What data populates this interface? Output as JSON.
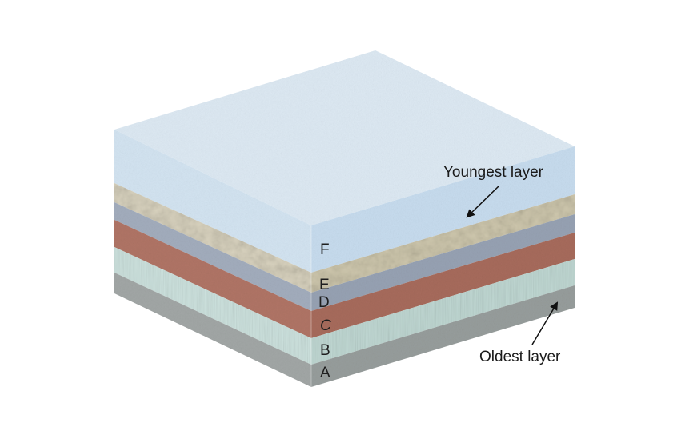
{
  "diagram": {
    "layers": [
      {
        "id": "F",
        "label": "F",
        "position": "top",
        "top_color": "#dde9f3",
        "front_color": "#d3e4f1",
        "side_color": "#c7dcee"
      },
      {
        "id": "E",
        "label": "E",
        "texture": "rocky",
        "front_color": "#d9d3bf",
        "side_color": "#cfc8ae"
      },
      {
        "id": "D",
        "label": "D",
        "front_color": "#a3adbd",
        "side_color": "#97a2b3"
      },
      {
        "id": "C",
        "label": "C",
        "front_color": "#b07566",
        "side_color": "#a76b5c"
      },
      {
        "id": "B",
        "label": "B",
        "front_color": "#cde2de",
        "side_color": "#c0d8d3"
      },
      {
        "id": "A",
        "label": "A",
        "position": "bottom",
        "front_color": "#a2a7a6",
        "side_color": "#979d9c"
      }
    ],
    "callouts": {
      "youngest": "Youngest layer",
      "oldest": "Oldest layer"
    }
  }
}
